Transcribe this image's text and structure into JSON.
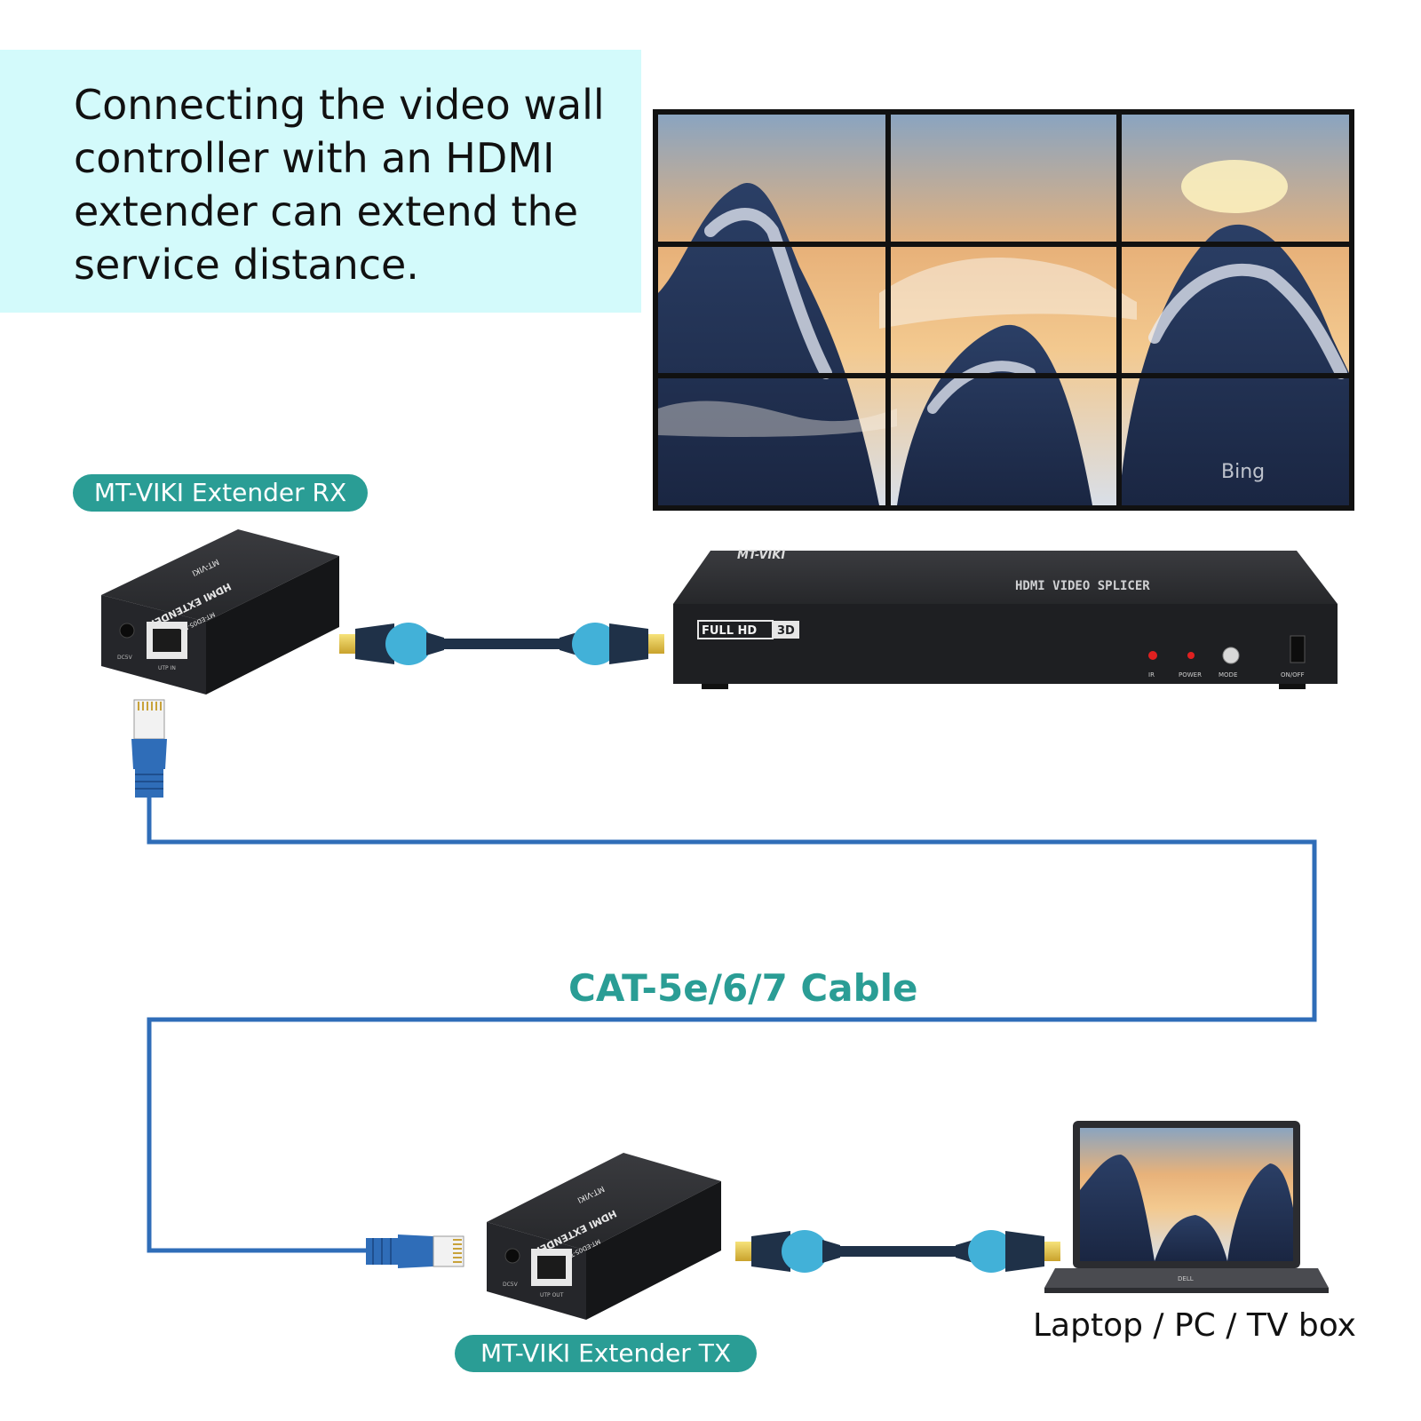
{
  "headline": "Connecting the video wall controller with an HDMI extender can extend the service distance.",
  "receiver": {
    "label": "MT-VIKI Extender RX",
    "front_ports": [
      "DC5V",
      "UTP IN"
    ],
    "top_text": [
      "HDMI EXTENDER",
      "MT-VIKI",
      "MT-ED05-RX"
    ]
  },
  "transmitter": {
    "label": "MT-VIKI Extender TX",
    "front_ports": [
      "DC5V",
      "UTP OUT"
    ],
    "top_text": [
      "HDMI EXTENDER",
      "MT-VIKI",
      "MT-ED05-TX"
    ]
  },
  "splicer": {
    "brand": "MT-VIKI",
    "title": "HDMI VIDEO SPLICER",
    "badge_left": "FULL HD",
    "badge_right": "3D",
    "controls": [
      "IR",
      "POWER",
      "MODE",
      "ON/OFF"
    ]
  },
  "video_wall": {
    "watermark": "Bing"
  },
  "cable": {
    "label": "CAT-5e/6/7 Cable",
    "color": "#2f6db8"
  },
  "source_device": {
    "label": "Laptop / PC / TV box",
    "brand": "DELL"
  },
  "colors": {
    "accent": "#2a9d95",
    "headline_bg": "#d3fafb",
    "device_body": "#1e1f22",
    "cable": "#2f6db8"
  }
}
